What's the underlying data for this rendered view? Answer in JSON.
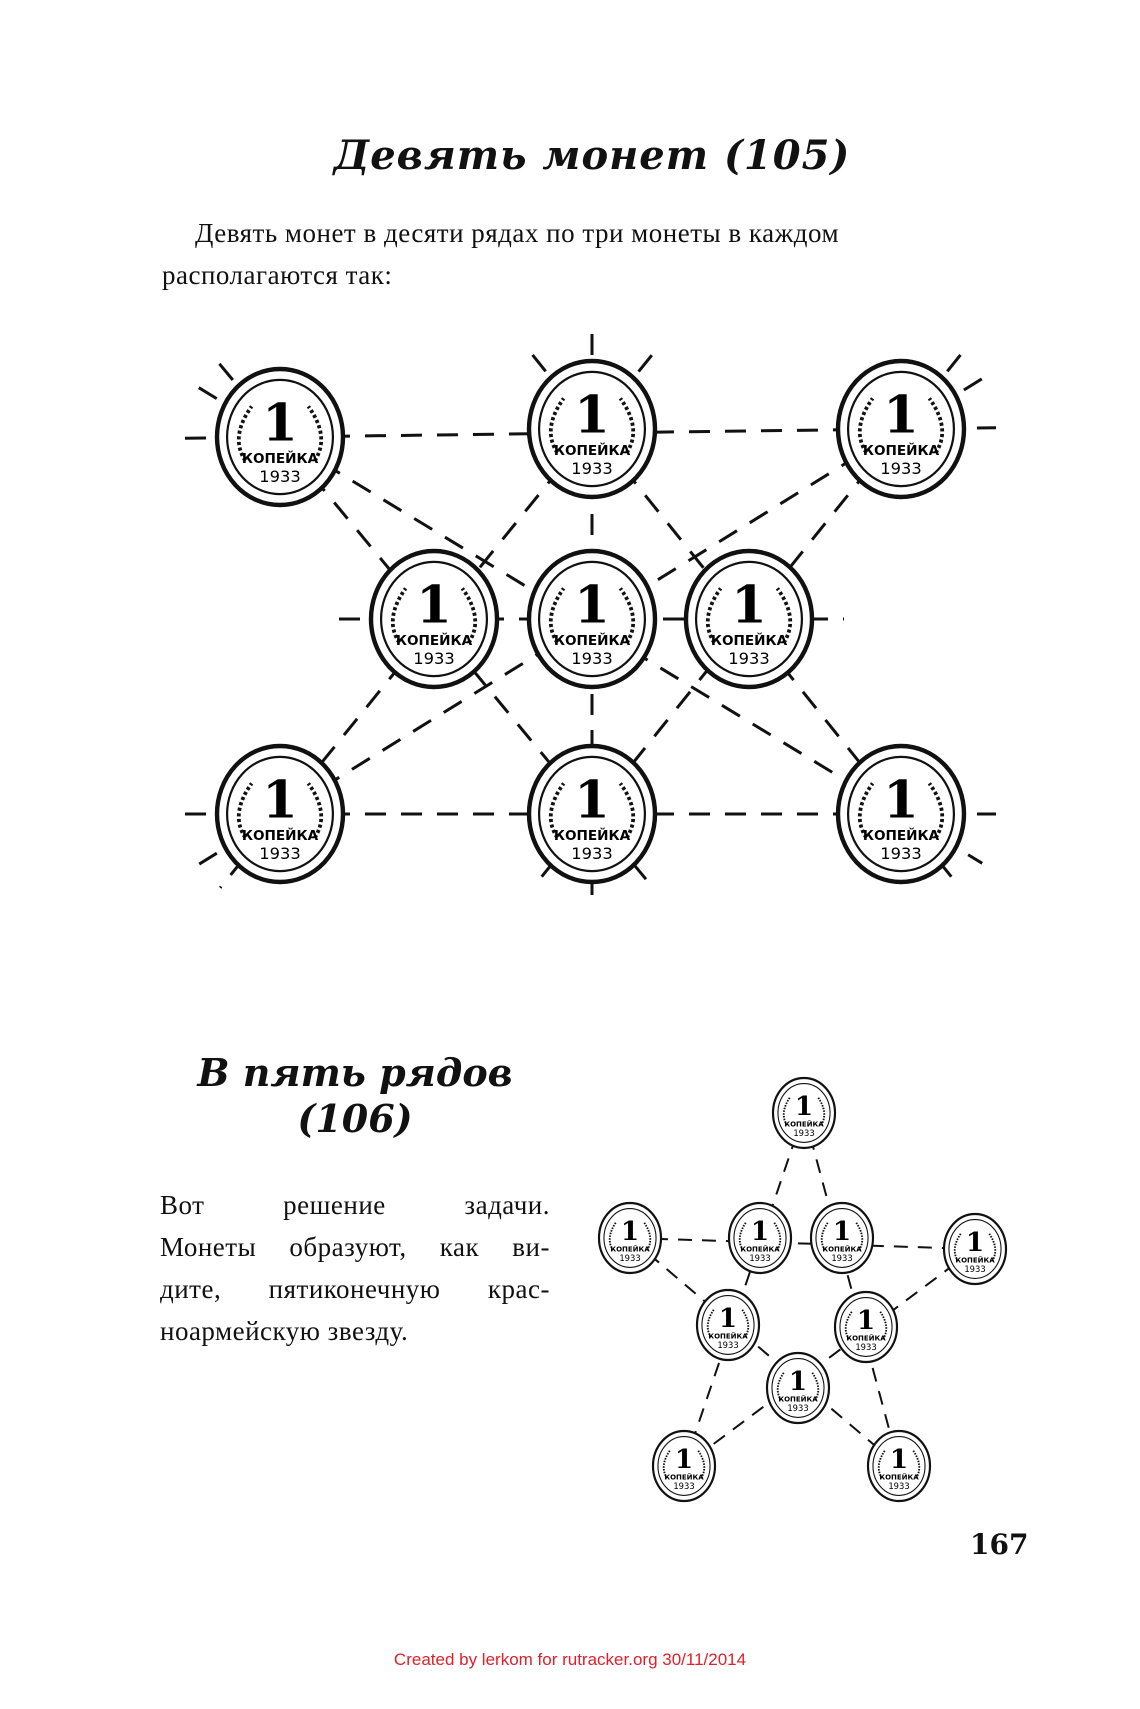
{
  "section1": {
    "title": "Девять монет (105)",
    "text_line1": "Девять монет в десяти рядах по три монеты  в каждом",
    "text_line2": "располагаются так:"
  },
  "section2": {
    "title_line1": "В пять рядов",
    "title_line2": "(106)",
    "text_lines": [
      "Вот  решение  задачи.",
      "Монеты образуют, как ви-",
      "дите, пятиконечную крас-",
      "ноармейскую звезду."
    ]
  },
  "coin": {
    "value": "1",
    "label": "КОПЕЙКА",
    "year": "1933"
  },
  "page_number": "167",
  "watermark": "Created by lerkom for rutracker.org 30/11/2014"
}
